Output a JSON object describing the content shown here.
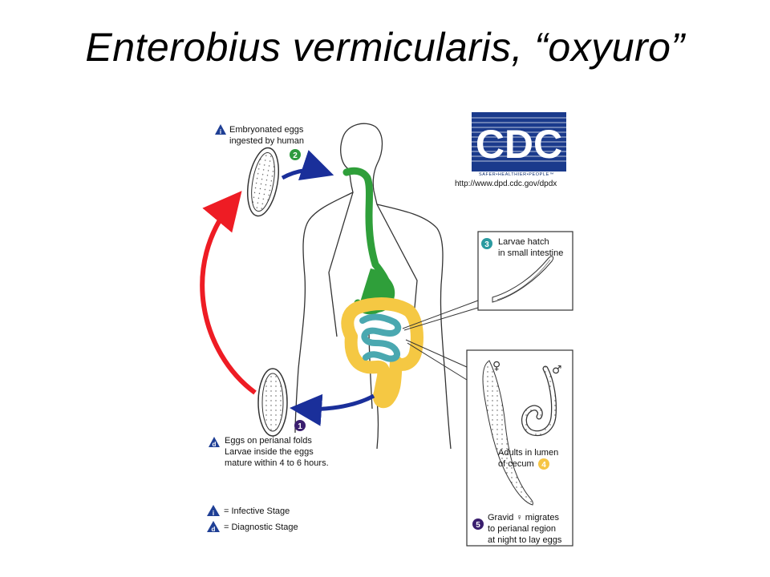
{
  "title": "Enterobius vermicularis, “oxyuro”",
  "logo": {
    "text": "CDC",
    "tagline": "SAFER•HEALTHIER•PEOPLE™",
    "url": "http://www.dpd.cdc.gov/dpdx",
    "color": "#1a3a8c"
  },
  "steps": {
    "s1": {
      "num": "1",
      "badge": "d",
      "lines": [
        "Eggs on perianal folds",
        "Larvae inside the eggs",
        "mature within 4 to 6 hours."
      ]
    },
    "s2": {
      "num": "2",
      "badge": "i",
      "lines": [
        "Embryonated eggs",
        "ingested by human"
      ]
    },
    "s3": {
      "num": "3",
      "lines": [
        "Larvae hatch",
        "in small intestine"
      ]
    },
    "s4": {
      "num": "4",
      "lines": [
        "Adults in lumen",
        "of cecum"
      ],
      "female_symbol": "♀",
      "male_symbol": "♂"
    },
    "s5": {
      "num": "5",
      "lines": [
        "Gravid ♀ migrates",
        "to perianal region",
        "at night to lay eggs"
      ]
    }
  },
  "legend": {
    "infective": {
      "badge": "i",
      "label": "= Infective Stage"
    },
    "diagnostic": {
      "badge": "d",
      "label": "= Diagnostic Stage"
    }
  },
  "colors": {
    "green": "#2e9a3e",
    "purple": "#3a1e6e",
    "teal": "#2a9aa0",
    "yellow": "#f6c544",
    "blue_badge": "#1f3f95",
    "red_arrow": "#ee1c24",
    "blue_arrow": "#1a2f9a",
    "stomach": "#2f9f3a",
    "colon": "#f5c843",
    "small_intestine": "#4aa8b0"
  }
}
